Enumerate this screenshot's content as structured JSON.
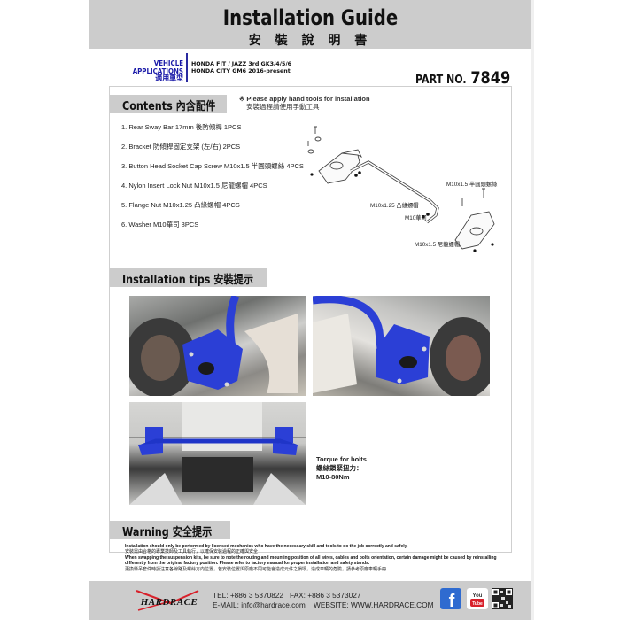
{
  "header": {
    "title": "Installation Guide",
    "title_zh": "安 裝 說 明 書"
  },
  "vehicle": {
    "label": "VEHICLE APPLICATIONS",
    "label_zh": "適用車型",
    "models": [
      "HONDA FIT / JAZZ 3rd GK3/4/5/6",
      "HONDA CITY GM6 2016-present"
    ]
  },
  "part": {
    "label": "PART NO.",
    "number": "7849"
  },
  "contents": {
    "heading": "Contents 內含配件",
    "hint": "※ Please apply hand tools for installation",
    "hint_zh": "安裝過程請使用手動工具",
    "items": [
      "1. Rear Sway Bar 17mm 後防傾桿 1PCS",
      "2. Bracket 防傾桿固定支架 (左/右) 2PCS",
      "3. Button Head Socket Cap Screw M10x1.5 半圓頭螺絲 4PCS",
      "4. Nylon Insert Lock Nut M10x1.5 尼龍螺帽 4PCS",
      "5. Flange Nut M10x1.25 凸緣螺帽 4PCS",
      "6. Washer M10華司 8PCS"
    ],
    "diagram_labels": {
      "screw": "M10x1.5 半圓頭螺絲",
      "flange_nut": "M10x1.25 凸緣螺帽",
      "washer": "M10華司",
      "lock_nut": "M10x1.5 尼龍螺帽"
    }
  },
  "tips": {
    "heading": "Installation tips 安裝提示",
    "torque_title": "Torque for  bolts",
    "torque_title_zh": "螺絲鎖緊扭力：",
    "torque_value": "M10-80Nm"
  },
  "warning": {
    "heading": "Warning 安全提示",
    "lines": [
      "Installation should only be performed by licensed mechanics who have the necessary skill and tools to do the job correctly and safely.",
      "安裝需由合格的專業技師及工具執行，以確保安裝過程的正確與安全",
      "When swapping the suspension kits, be sure to note the routing and mounting position of all wires, cables and bolts orientation, certain damage might be caused by reinstalling differently from the original factory position. Please refer to factory manual for proper installation and safety stands.",
      "更換懸吊套件時請注意各線路及螺絲方向位置，若安裝位置與原廠不同可能會造成元件之損壞，造成車輛的危險，請參考原廠車輛手冊"
    ]
  },
  "footer": {
    "brand": "HARDRACE",
    "tel": "TEL: +886 3 5370822",
    "fax": "FAX: +886 3 5373027",
    "email": "E-MAIL: info@hardrace.com",
    "website": "WEBSITE: WWW.HARDRACE.COM",
    "social": [
      "facebook-icon",
      "youtube-icon",
      "qr-code-icon"
    ],
    "youtube_label": "You Tube"
  },
  "colors": {
    "accent_blue": "#1a1aa8",
    "band_gray": "#cccccc",
    "part_blue": "#2b3fd6",
    "logo_red": "#d8202a"
  }
}
